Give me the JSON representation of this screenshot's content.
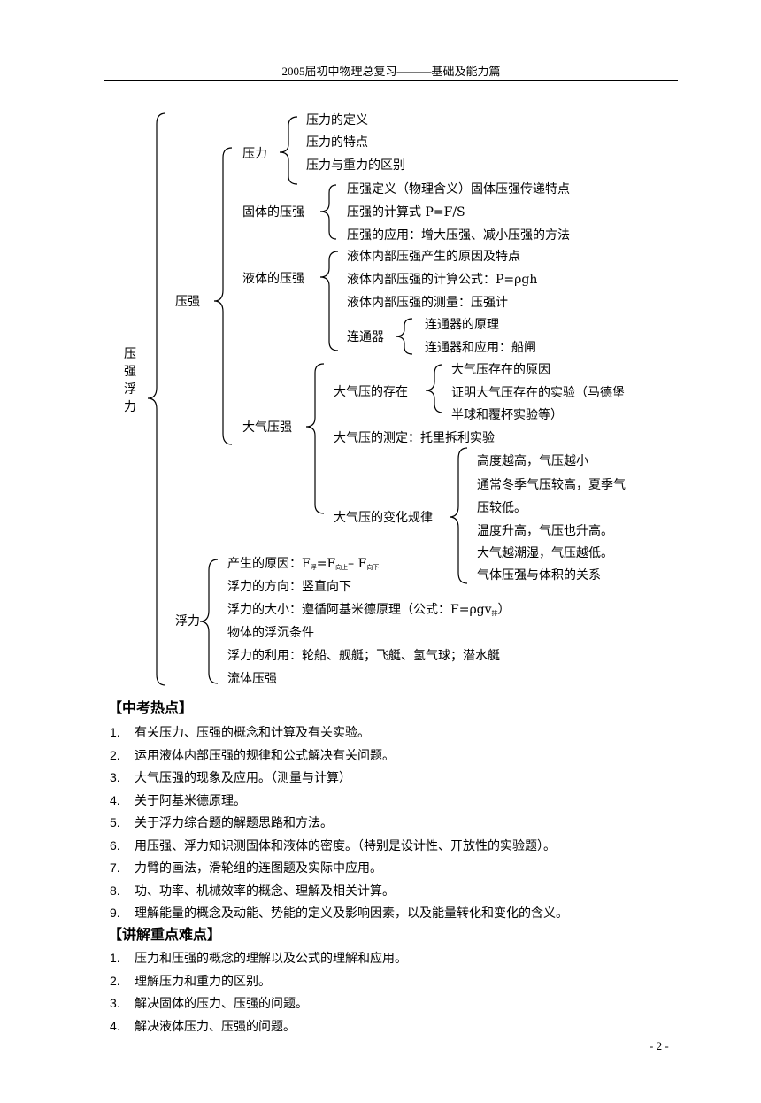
{
  "header": {
    "title": "2005届初中物理总复习———基础及能力篇"
  },
  "tree": {
    "root": [
      "压",
      "强",
      "浮",
      "力"
    ],
    "pressure": {
      "label": "压强",
      "force": {
        "label": "压力",
        "items": [
          "压力的定义",
          "压力的特点",
          "压力与重力的区别"
        ]
      },
      "solid": {
        "label": "固体的压强",
        "items": [
          "压强定义（物理含义）固体压强传递特点",
          "压强的计算式 P=F/S",
          "压强的应用：增大压强、减小压强的方法"
        ]
      },
      "liquid": {
        "label": "液体的压强",
        "items": [
          "液体内部压强产生的原因及特点",
          "液体内部压强的计算公式：P=ρgh",
          "液体内部压强的测量：压强计"
        ],
        "connector": {
          "label": "连通器",
          "items": [
            "连通器的原理",
            "连通器和应用：船闸"
          ]
        }
      },
      "atm": {
        "label": "大气压强",
        "exist": {
          "label": "大气压的存在",
          "items": [
            "大气压存在的原因",
            "证明大气压存在的实验（马德堡",
            "半球和覆杯实验等）"
          ]
        },
        "measure": "大气压的测定：托里拆利实验",
        "change": {
          "label": "大气压的变化规律",
          "items": [
            "高度越高，气压越小",
            "通常冬季气压较高，夏季气",
            "压较低。",
            "温度升高，气压也升高。",
            "大气越潮湿，气压越低。",
            "气体压强与体积的关系"
          ]
        }
      }
    },
    "buoyancy": {
      "label": "浮力",
      "cause": {
        "prefix": "产生的原因：F",
        "s1": "浮",
        "mid": "=F",
        "s2": "向上",
        "dash": "– F",
        "s3": "向下"
      },
      "direction": "浮力的方向：竖直向下",
      "size": {
        "prefix": "浮力的大小：遵循阿基米德原理（公式：F=ρgv",
        "s": "排",
        "suffix": "）"
      },
      "condition": "物体的浮沉条件",
      "use": "浮力的利用：轮船、舰艇；飞艇、氢气球；潜水艇",
      "fluid": "流体压强"
    }
  },
  "hot": {
    "title": "【中考热点】",
    "items": [
      {
        "n": "1.",
        "t": "有关压力、压强的概念和计算及有关实验。"
      },
      {
        "n": "2.",
        "t": "运用液体内部压强的规律和公式解决有关问题。"
      },
      {
        "n": "3.",
        "t": "大气压强的现象及应用。（测量与计算）"
      },
      {
        "n": "4.",
        "t": "关于阿基米德原理。"
      },
      {
        "n": "5.",
        "t": "关于浮力综合题的解题思路和方法。"
      },
      {
        "n": "6.",
        "t": "用压强、浮力知识测固体和液体的密度。（特别是设计性、开放性的实验题）。"
      },
      {
        "n": "7.",
        "t": "力臂的画法，滑轮组的连图题及实际中应用。"
      },
      {
        "n": "8.",
        "t": "功、功率、机械效率的概念、理解及相关计算。"
      },
      {
        "n": "9.",
        "t": "理解能量的概念及动能、势能的定义及影响因素，以及能量转化和变化的含义。"
      }
    ]
  },
  "key": {
    "title": "【讲解重点难点】",
    "items": [
      {
        "n": "1.",
        "t": "压力和压强的概念的理解以及公式的理解和应用。"
      },
      {
        "n": "2.",
        "t": "理解压力和重力的区别。"
      },
      {
        "n": "3.",
        "t": "解决固体的压力、压强的问题。"
      },
      {
        "n": "4.",
        "t": "解决液体压力、压强的问题。"
      }
    ]
  },
  "page": {
    "number": "- 2 -"
  }
}
